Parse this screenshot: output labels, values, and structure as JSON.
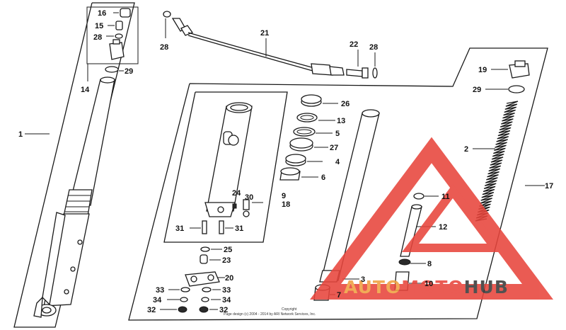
{
  "diagram": {
    "labels": {
      "l1": "1",
      "l2": "2",
      "l3": "3",
      "l4": "4",
      "l5": "5",
      "l6": "6",
      "l7": "7",
      "l8": "8",
      "l9": "9",
      "l10": "10",
      "l11": "11",
      "l12": "12",
      "l13": "13",
      "l14": "14",
      "l15": "15",
      "l16": "16",
      "l17": "17",
      "l18": "18",
      "l19": "19",
      "l20": "20",
      "l21": "21",
      "l22": "22",
      "l23": "23",
      "l24": "24",
      "l25": "25",
      "l26": "26",
      "l27": "27",
      "l28a": "28",
      "l28b": "28",
      "l28c": "28",
      "l29a": "29",
      "l29b": "29",
      "l30": "30",
      "l31a": "31",
      "l31b": "31",
      "l32a": "32",
      "l32b": "32",
      "l33a": "33",
      "l33b": "33",
      "l34a": "34",
      "l34b": "34"
    },
    "copyright_line1": "Copyright",
    "copyright_line2": "Page design (c) 2004 - 2014 by ARI Network Services, Inc."
  },
  "watermark": {
    "part1": "AUTO",
    "part2": "MOTO",
    "part3": "HUB",
    "colors": {
      "red": "#e8453c",
      "orange": "#f0a040",
      "dark": "#3a3a3a"
    }
  }
}
